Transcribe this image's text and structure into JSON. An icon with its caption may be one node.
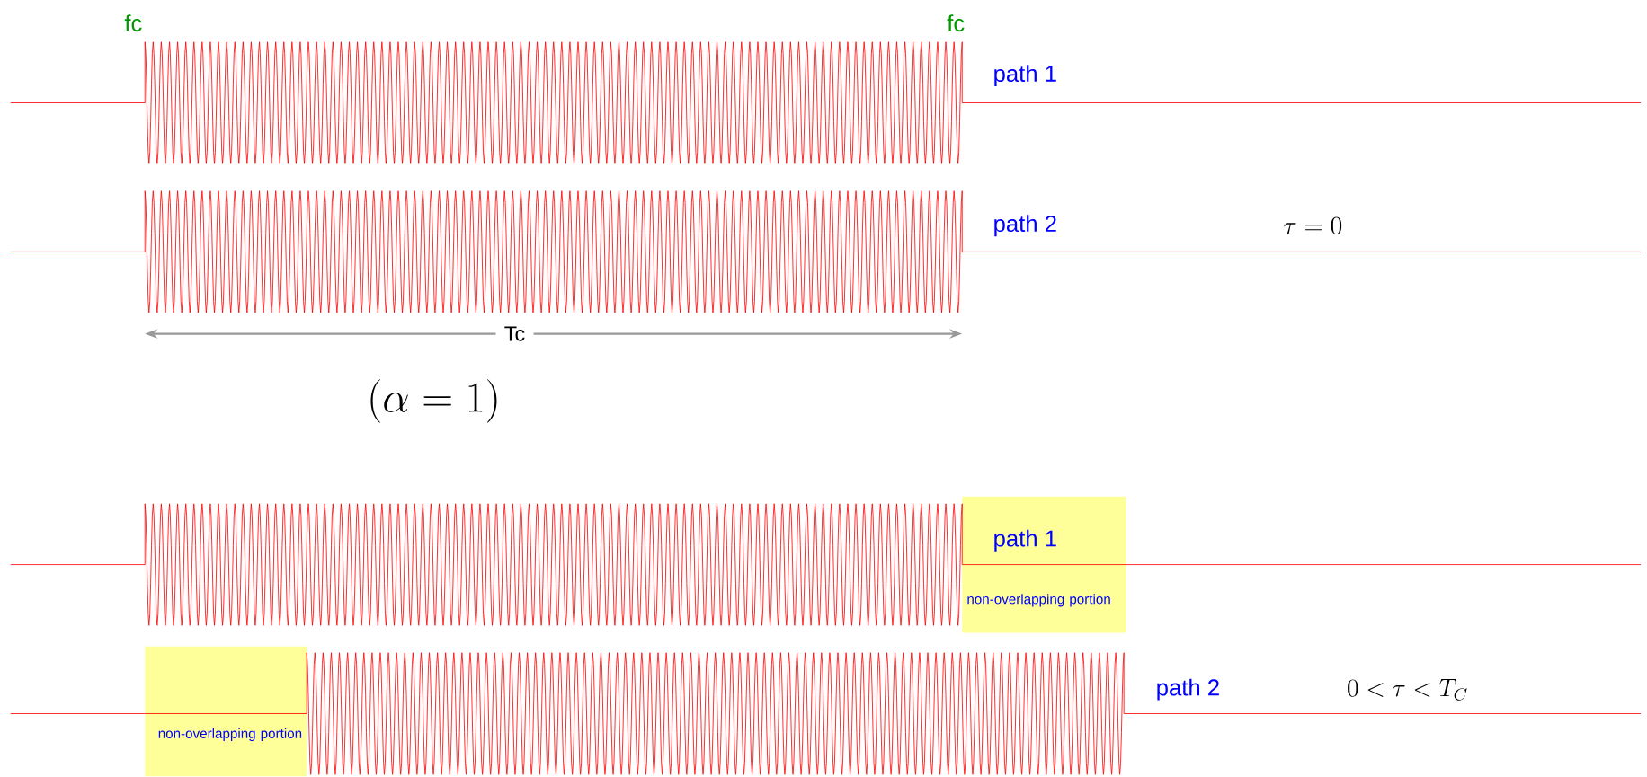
{
  "diagram": {
    "nodes": [
      {
        "text": [
          "path 1",
          "non-overlapping portion"
        ]
      },
      {
        "text": [
          "non-overlapping portion"
        ]
      }
    ],
    "labels": [
      "fc",
      "fc",
      "path 1",
      "path 2",
      "\\tau = 0",
      "Tc",
      "(\\alpha = 1)",
      "path 2",
      "0 < \\tau < T_C"
    ]
  }
}
